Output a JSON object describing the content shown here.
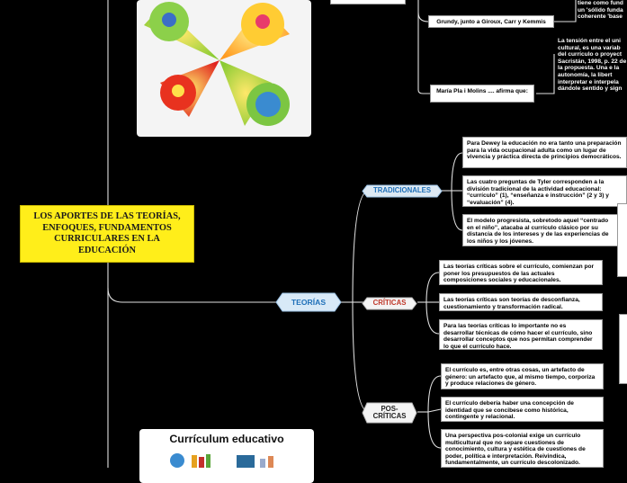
{
  "central": {
    "title": "LOS APORTES DE LAS TEORÍAS, ENFOQUES, FUNDAMENTOS CURRICULARES EN LA EDUCACIÓN"
  },
  "teorias": {
    "label": "TEORÍAS"
  },
  "tradicionales": {
    "label": "TRADICIONALES",
    "items": [
      "Para Dewey la educación no era tanto una preparación para la vida ocupacional adulta como un lugar de vivencia y práctica directa de principios democráticos.",
      "Las cuatro preguntas de Tyler corresponden a la división tradicional de la actividad educacional: “currículo” (1), “enseñanza e instrucción” (2 y 3) y “evaluación” (4).",
      "El modelo progresista, sobretodo aquel “centrado en el niño”, atacaba al currículo clásico por su distancia de los intereses y de las experiencias de los niños y los jóvenes."
    ]
  },
  "criticas": {
    "label": "CRÍTICAS",
    "items": [
      "Las teorías críticas sobre el currículo, comienzan por poner los presupuestos de las actuales composiciones sociales y educacionales.",
      "Las teorías críticas son teorías de desconfianza, cuestionamiento y transformación radical.",
      "Para las teorías críticas lo importante no es desarrollar técnicas de cómo hacer el currículo, sino desarrollar conceptos que nos permitan comprender lo que el currículo hace."
    ]
  },
  "poscriticas": {
    "label": "POS-CRÍTICAS",
    "items": [
      "El currículo es, entre otras cosas, un artefacto de género: un artefacto que, al mismo tiempo, corporiza y produce relaciones de género.",
      "El currículo debería haber una concepción de identidad que se concibese como histórica, contingente y relacional.",
      "Una perspectiva pos-colonial exige un currículo multicultural que no separe cuestiones de conocimiento, cultura y estética de cuestiones de poder, política e interpretación. Reivindica, fundamentalmente, un currículo descolonizado."
    ]
  },
  "top_branch": {
    "grundy_label": "Grundy, junto a Giroux, Carr y Kemmis",
    "grundy_text": "tiene como fund un 'sólido funda coherente 'base",
    "mariapla_label": "María Pla i Molins .... afirma que:",
    "mariapla_text": "La tensión entre el uni cultural, es una variab del currículo o proyect Sacristán, 1998, p. 22 de la propuesta. Una e la autonomía, la libert interpretar e interpela dándole sentido y sign"
  },
  "curriculum_card": {
    "title": "Currículum educativo"
  },
  "colors": {
    "line": "#e0e0e0",
    "central_bg": "#ffee1a",
    "pill_bg": "#dde9f3",
    "pill_text": "#1e6fb8",
    "teorias_bg": "#d8e9f7",
    "criticas_text": "#c0392b",
    "poscriticas_text": "#222222"
  }
}
